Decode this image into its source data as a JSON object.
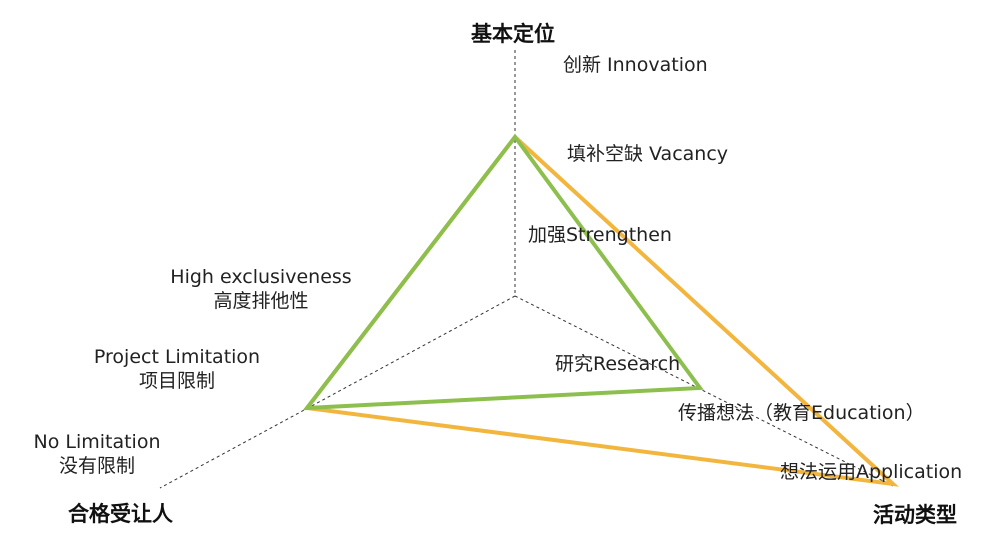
{
  "axes": {
    "top": "基本定位",
    "left": "合格受让人",
    "right": "活动类型"
  },
  "top_axis_labels": {
    "innovation": "创新 Innovation",
    "vacancy": "填补空缺 Vacancy",
    "strengthen": "加强Strengthen"
  },
  "left_axis_labels": {
    "high_en": "High exclusiveness",
    "high_zh": "高度排他性",
    "project_en": "Project Limitation",
    "project_zh": "项目限制",
    "none_en": "No Limitation",
    "none_zh": "没有限制"
  },
  "right_axis_labels": {
    "research": "研究Research",
    "education": "传播想法（教育Education）",
    "application": "想法运用Application"
  },
  "colors": {
    "orange_triangle": "#f2b63e",
    "green_triangle": "#8dbf4e",
    "axis_line": "#333333"
  }
}
